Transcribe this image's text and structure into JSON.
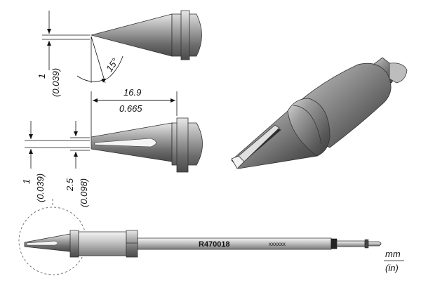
{
  "drawing": {
    "side_view": {
      "tip_width_mm": "1",
      "tip_width_in": "(0.039)",
      "angle": "15°"
    },
    "front_view": {
      "length_mm": "16.9",
      "length_in": "0.665",
      "tip_width_mm": "1",
      "tip_width_in": "(0.039)",
      "blade_width_mm": "2.5",
      "blade_width_in": "(0.098)"
    },
    "full_view": {
      "part_number": "R470018",
      "code": "xxxxxx"
    },
    "units": {
      "primary": "mm",
      "secondary": "(in)"
    }
  }
}
